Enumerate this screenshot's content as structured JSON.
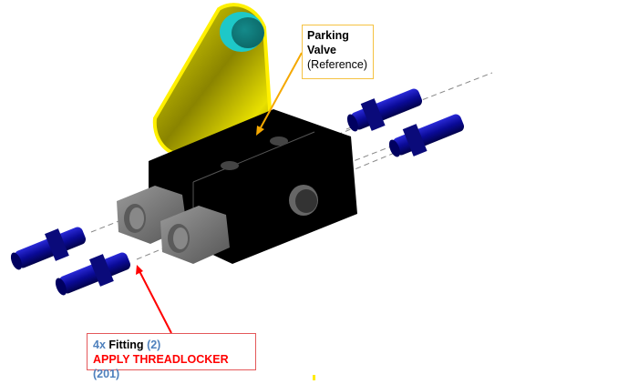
{
  "diagram": {
    "type": "exploded-assembly-view",
    "parts": [
      {
        "name": "parking-valve",
        "color": "#000000"
      },
      {
        "name": "lever-bracket",
        "color": "#e6e000"
      },
      {
        "name": "lever-knob",
        "color": "#1ec8c8"
      },
      {
        "name": "hex-port",
        "count": 2,
        "color": "#808080"
      },
      {
        "name": "fitting",
        "count": 4,
        "color": "#0a0a96"
      }
    ]
  },
  "callouts": {
    "parking_valve": {
      "line1": "Parking",
      "line2": "Valve",
      "line3": "(Reference)",
      "border_color": "#f5c242",
      "arrow_color": "#f5a800"
    },
    "fitting": {
      "qty": "4x",
      "name": "Fitting",
      "ref": "(2)",
      "instruction": "APPLY THREADLOCKER",
      "instruction_ref": "(201)",
      "border_color": "#e4585a",
      "arrow_color": "#ff0000"
    }
  }
}
